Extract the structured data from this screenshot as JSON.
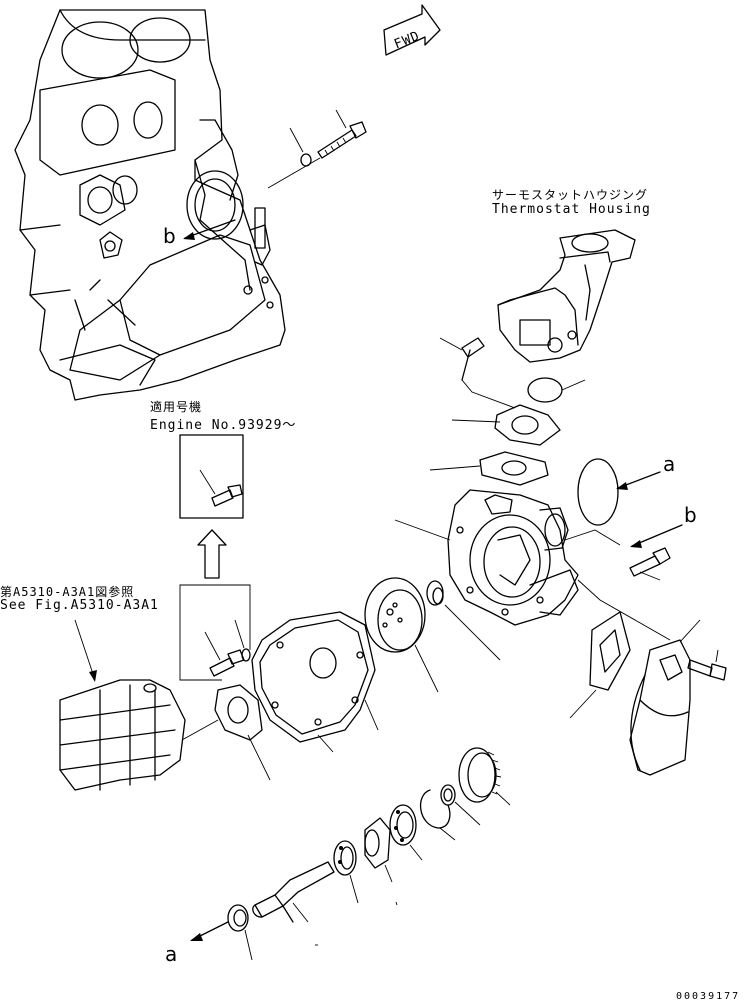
{
  "fwd_label": "FWD",
  "thermostat_housing": {
    "jp": "サーモスタットハウジング",
    "en": "Thermostat Housing"
  },
  "engine_no": {
    "jp": "適用号機",
    "en": "Engine No.93929～"
  },
  "see_fig": {
    "jp": "第A5310-A3A1図参照",
    "en": "See Fig.A5310-A3A1"
  },
  "markers": {
    "a": "a",
    "b": "b"
  },
  "drawing_number": "00039177"
}
